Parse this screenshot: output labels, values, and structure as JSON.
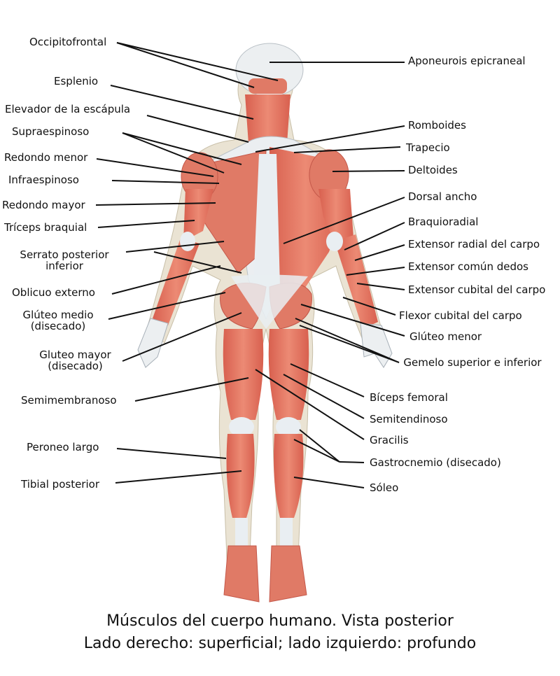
{
  "labels_left": [
    "Occipitofrontal",
    "Esplenio",
    "Elevador de la escápula",
    "Supraespinoso",
    "Redondo menor",
    "Infraespinoso",
    "Redondo mayor",
    "Tríceps braquial",
    "Serrato posterior inferior",
    "Oblicuo externo",
    "Glúteo medio (disecado)",
    "Gluteo mayor (disecado)",
    "Semimembranoso",
    "Peroneo largo",
    "Tibial posterior"
  ],
  "labels_right": [
    "Aponeurois epicraneal",
    "Romboides",
    "Trapecio",
    "Deltoides",
    "Dorsal ancho",
    "Braquioradial",
    "Extensor radial del carpo",
    "Extensor común dedos",
    "Extensor cubital del carpo",
    "Flexor cubital del carpo",
    "Glúteo menor",
    "Gemelo superior e inferior",
    "Bíceps femoral",
    "Semitendinoso",
    "Gracilis",
    "Gastrocnemio (disecado)",
    "Sóleo"
  ],
  "caption": {
    "line1": "Músculos del cuerpo humano. Vista posterior",
    "line2": "Lado derecho: superficial; lado izquierdo: profundo"
  },
  "colors": {
    "muscle": "#e07a66",
    "muscle_dark": "#c4584a",
    "tendon": "#e9eef2",
    "bone": "#e8e2d2",
    "leader": "#111111"
  }
}
